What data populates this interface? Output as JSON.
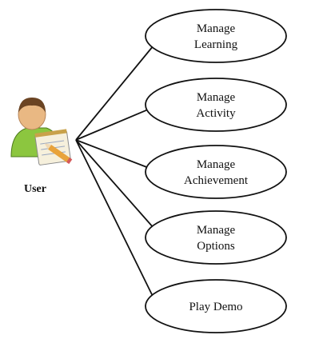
{
  "actor": {
    "label": "User",
    "icon": "user-with-notepad-icon",
    "colors": {
      "body": "#8cc63f",
      "head": "#e9b883",
      "hair": "#6b4423",
      "notepad": "#f6f0dc",
      "pencil": "#e8a33b"
    }
  },
  "use_cases": [
    {
      "id": "manage-learning",
      "lines": [
        "Manage",
        "Learning"
      ]
    },
    {
      "id": "manage-activity",
      "lines": [
        "Manage",
        "Activity"
      ]
    },
    {
      "id": "manage-achievement",
      "lines": [
        "Manage",
        "Achievement"
      ]
    },
    {
      "id": "manage-options",
      "lines": [
        "Manage",
        "Options"
      ]
    },
    {
      "id": "play-demo",
      "lines": [
        "Play Demo"
      ]
    }
  ]
}
